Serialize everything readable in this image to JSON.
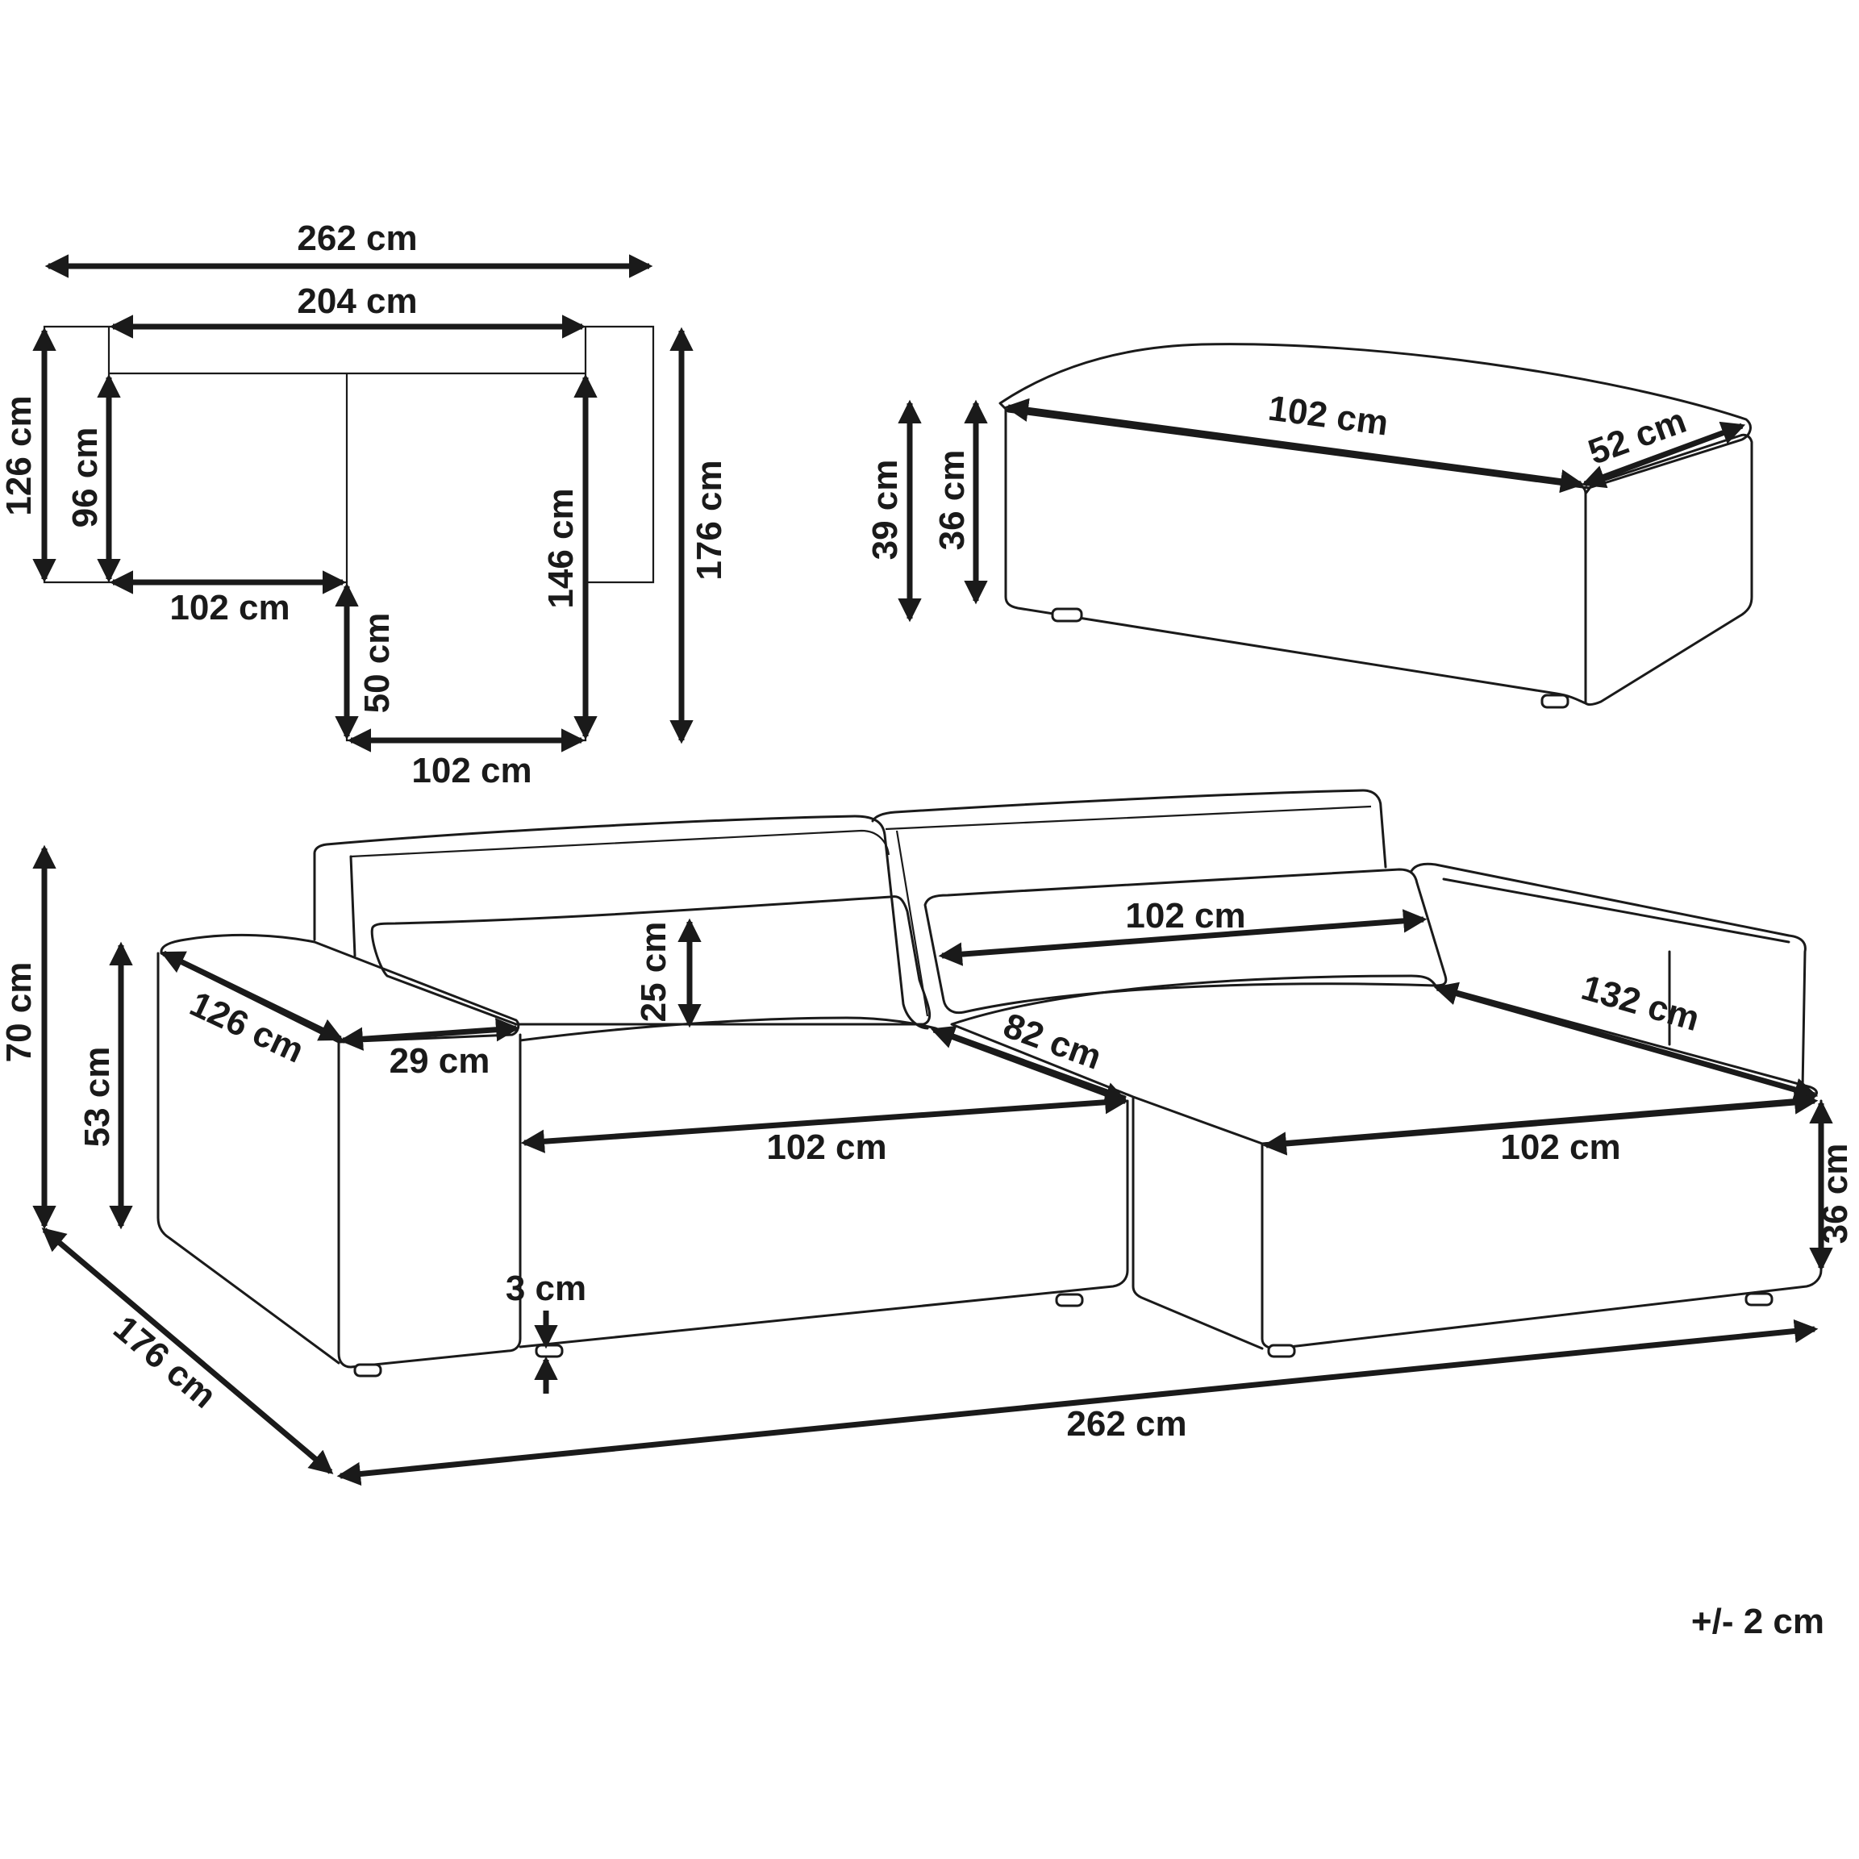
{
  "top_view": {
    "total_width": "262 cm",
    "back_width": "204 cm",
    "depth_left": "126 cm",
    "inner_depth": "96 cm",
    "seat_width": "102 cm",
    "chaise_extension": "50 cm",
    "chaise_depth": "146 cm",
    "total_depth": "176 cm",
    "chaise_width": "102 cm"
  },
  "ottoman": {
    "width": "102 cm",
    "depth": "52 cm",
    "total_height": "39 cm",
    "seat_height": "36 cm"
  },
  "sofa": {
    "total_height": "70 cm",
    "arm_height": "53 cm",
    "arm_depth": "126 cm",
    "arm_width": "29 cm",
    "back_cushion_height": "25 cm",
    "back_cushion_width": "102 cm",
    "seat_depth": "82 cm",
    "chaise_length": "132 cm",
    "seat_width_left": "102 cm",
    "seat_width_right": "102 cm",
    "seat_height": "36 cm",
    "leg_height": "3 cm",
    "total_depth": "176 cm",
    "total_width": "262 cm"
  },
  "tolerance": "+/- 2 cm",
  "colors": {
    "line": "#1a1a1a",
    "background": "#ffffff"
  }
}
